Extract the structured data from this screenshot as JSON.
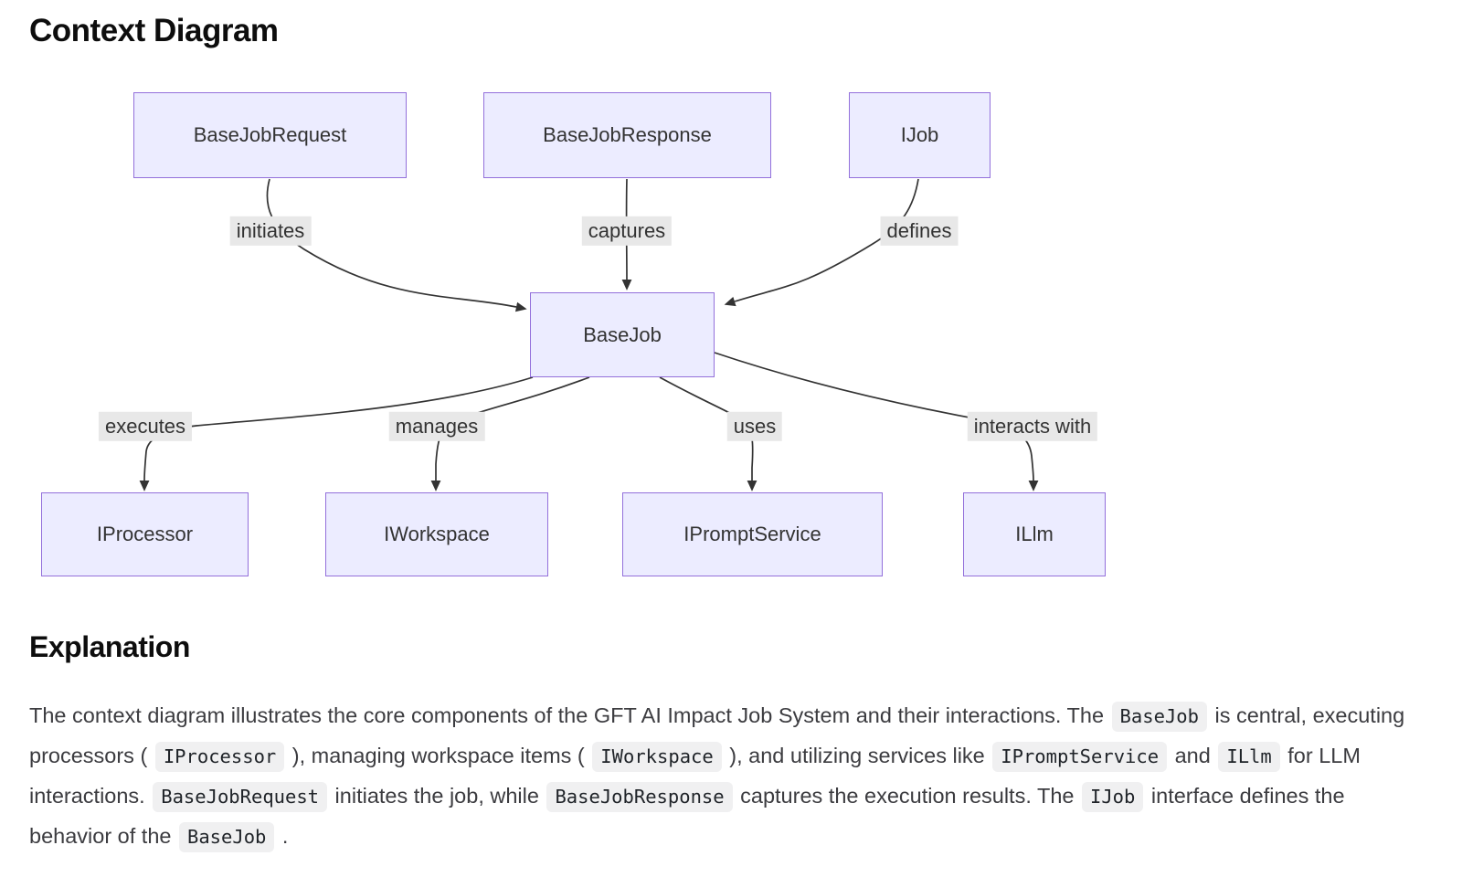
{
  "page": {
    "title": "Context Diagram",
    "section_heading": "Explanation"
  },
  "colors": {
    "node_fill": "#ECECFF",
    "node_border": "#9370DB",
    "edge": "#333333",
    "edge_label_bg": "#e8e8e8",
    "code_bg": "#f0f0f1"
  },
  "diagram": {
    "type": "flowchart",
    "nodes": [
      {
        "id": "BaseJobRequest",
        "label": "BaseJobRequest"
      },
      {
        "id": "BaseJobResponse",
        "label": "BaseJobResponse"
      },
      {
        "id": "IJob",
        "label": "IJob"
      },
      {
        "id": "BaseJob",
        "label": "BaseJob"
      },
      {
        "id": "IProcessor",
        "label": "IProcessor"
      },
      {
        "id": "IWorkspace",
        "label": "IWorkspace"
      },
      {
        "id": "IPromptService",
        "label": "IPromptService"
      },
      {
        "id": "ILlm",
        "label": "ILlm"
      }
    ],
    "edges": [
      {
        "from": "BaseJobRequest",
        "to": "BaseJob",
        "label": "initiates"
      },
      {
        "from": "BaseJobResponse",
        "to": "BaseJob",
        "label": "captures"
      },
      {
        "from": "IJob",
        "to": "BaseJob",
        "label": "defines"
      },
      {
        "from": "BaseJob",
        "to": "IProcessor",
        "label": "executes"
      },
      {
        "from": "BaseJob",
        "to": "IWorkspace",
        "label": "manages"
      },
      {
        "from": "BaseJob",
        "to": "IPromptService",
        "label": "uses"
      },
      {
        "from": "BaseJob",
        "to": "ILlm",
        "label": "interacts with"
      }
    ]
  },
  "explanation": {
    "segments": [
      {
        "type": "text",
        "text": "The context diagram illustrates the core components of the GFT AI Impact Job System and their interactions. The "
      },
      {
        "type": "code",
        "text": "BaseJob"
      },
      {
        "type": "text",
        "text": " is central, executing processors ( "
      },
      {
        "type": "code",
        "text": "IProcessor"
      },
      {
        "type": "text",
        "text": " ), managing workspace items ( "
      },
      {
        "type": "code",
        "text": "IWorkspace"
      },
      {
        "type": "text",
        "text": " ), and utilizing services like "
      },
      {
        "type": "code",
        "text": "IPromptService"
      },
      {
        "type": "text",
        "text": " and "
      },
      {
        "type": "code",
        "text": "ILlm"
      },
      {
        "type": "text",
        "text": " for LLM interactions. "
      },
      {
        "type": "code",
        "text": "BaseJobRequest"
      },
      {
        "type": "text",
        "text": " initiates the job, while "
      },
      {
        "type": "code",
        "text": "BaseJobResponse"
      },
      {
        "type": "text",
        "text": " captures the execution results. The "
      },
      {
        "type": "code",
        "text": "IJob"
      },
      {
        "type": "text",
        "text": " interface defines the behavior of the "
      },
      {
        "type": "code",
        "text": "BaseJob"
      },
      {
        "type": "text",
        "text": " ."
      }
    ]
  }
}
